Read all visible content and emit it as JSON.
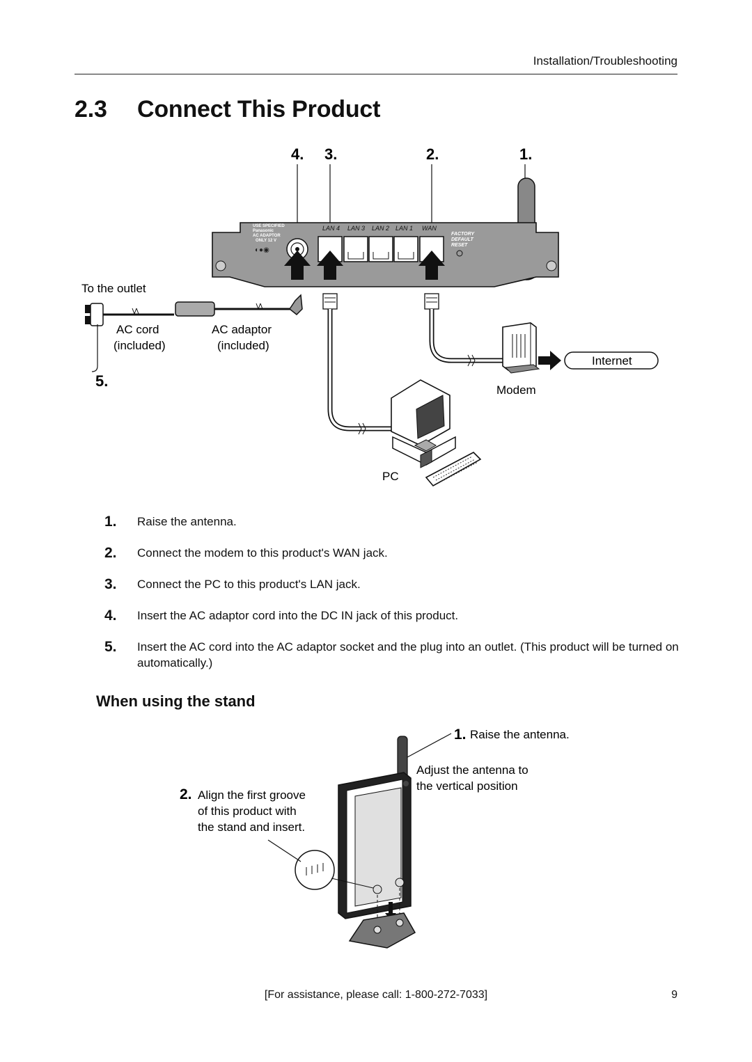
{
  "header": {
    "section": "Installation/Troubleshooting"
  },
  "title": {
    "number": "2.3",
    "text": "Connect This Product"
  },
  "diagram": {
    "callouts": [
      "4.",
      "3.",
      "2.",
      "1.",
      "5."
    ],
    "port_labels": [
      "USE SPECIFIED",
      "Panasonic",
      "AC ADAPTOR",
      "ONLY 12 V",
      "LAN 4",
      "LAN 3",
      "LAN 2",
      "LAN 1",
      "WAN",
      "FACTORY",
      "DEFAULT",
      "RESET"
    ],
    "to_outlet": "To the outlet",
    "ac_cord": "AC cord",
    "ac_cord_note": "(included)",
    "ac_adaptor": "AC adaptor",
    "ac_adaptor_note": "(included)",
    "internet": "Internet",
    "modem": "Modem",
    "pc": "PC"
  },
  "steps": [
    {
      "num": "1.",
      "text": "Raise the antenna."
    },
    {
      "num": "2.",
      "text": "Connect the modem to this product's WAN jack."
    },
    {
      "num": "3.",
      "text": "Connect the PC to this product's LAN jack."
    },
    {
      "num": "4.",
      "text": "Insert the AC adaptor cord into the DC IN jack of this product."
    },
    {
      "num": "5.",
      "text": "Insert the AC cord into the AC adaptor socket and the plug into an outlet. (This product will be turned on automatically.)"
    }
  ],
  "stand": {
    "heading": "When using the stand",
    "step1_num": "1.",
    "step1_text": "Raise the antenna.",
    "step1_note_line1": "Adjust the antenna to",
    "step1_note_line2": "the vertical position",
    "step2_num": "2.",
    "step2_line1": "Align the first groove",
    "step2_line2": "of this product with",
    "step2_line3": "the stand and insert."
  },
  "footer": {
    "assistance": "[For assistance, please call: 1-800-272-7033]",
    "page": "9"
  }
}
